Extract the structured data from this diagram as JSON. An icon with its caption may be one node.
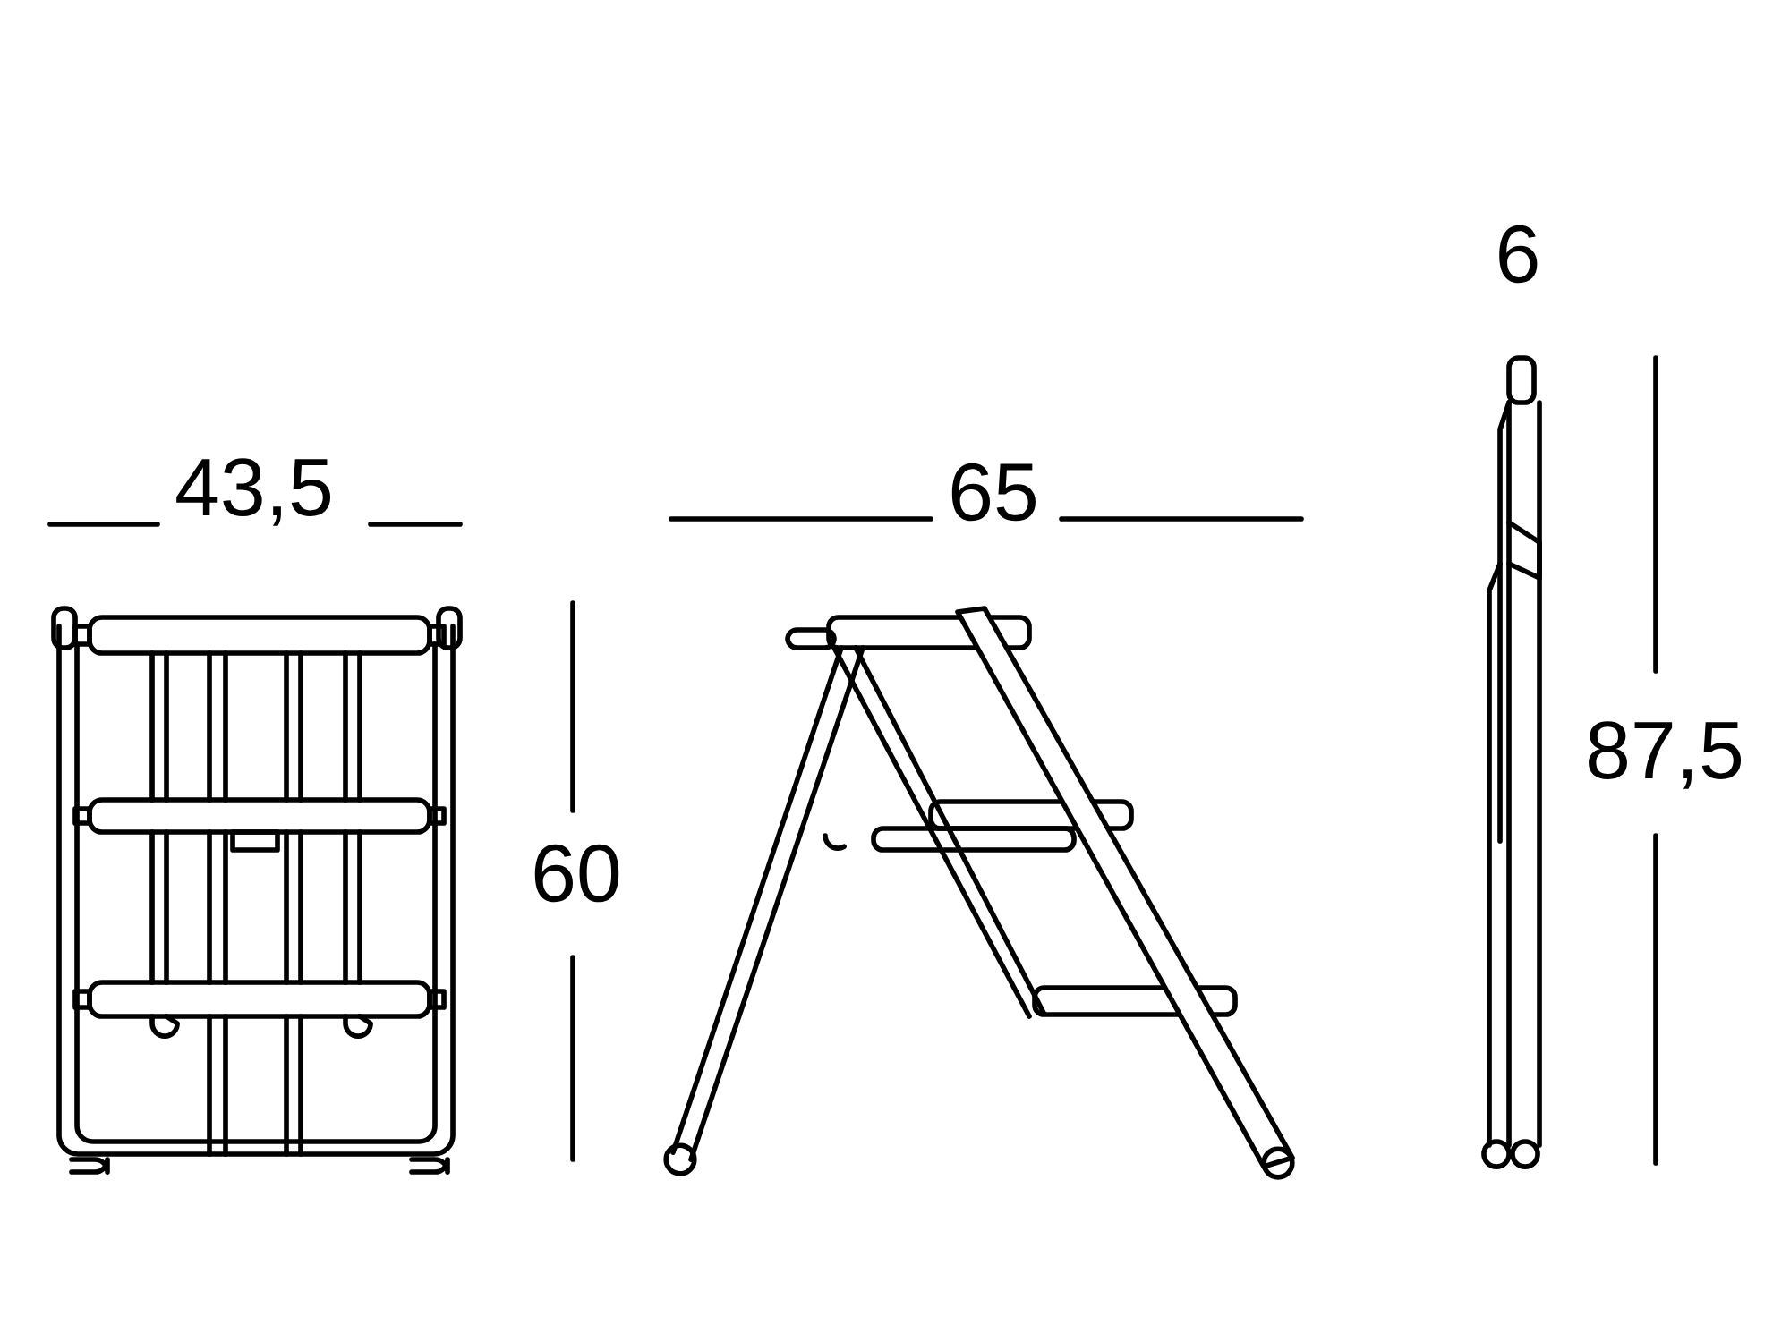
{
  "diagram": {
    "labels": [
      "6",
      "43,5",
      "65",
      "87,5",
      "60"
    ]
  }
}
